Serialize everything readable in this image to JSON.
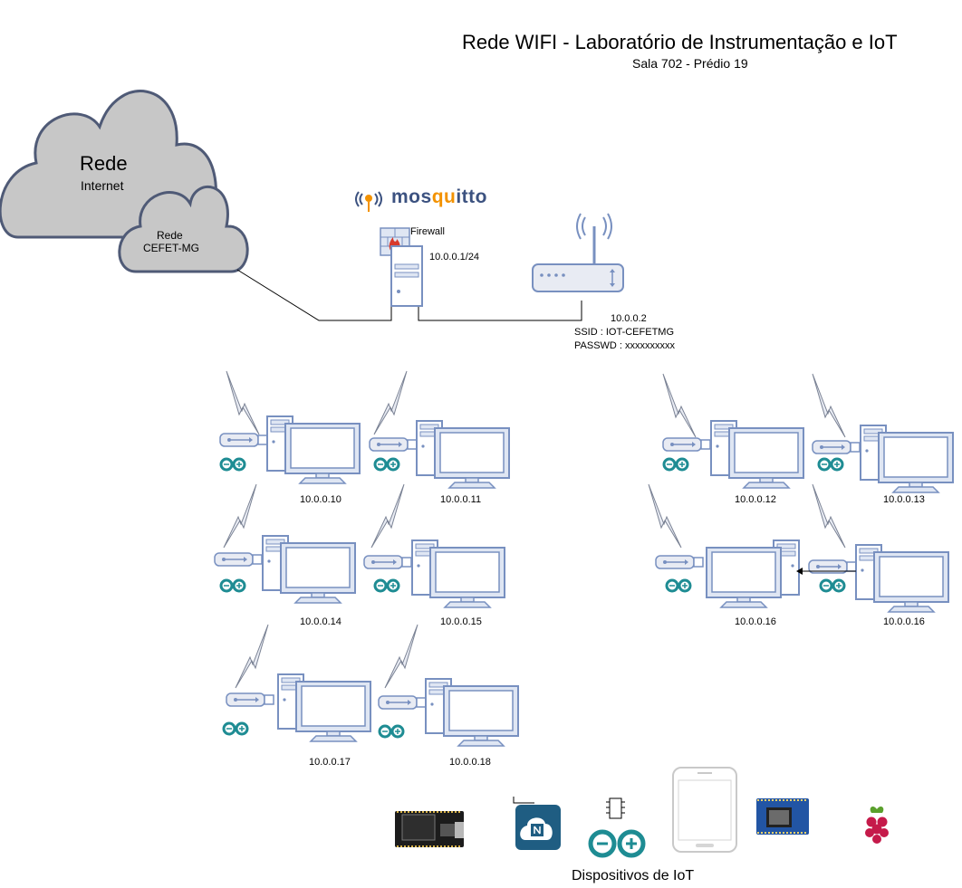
{
  "title": "Rede WIFI - Laboratório de Instrumentação e IoT",
  "subtitle": "Sala 702 - Prédio 19",
  "clouds": {
    "internet_title": "Rede",
    "internet_sub": "Internet",
    "cefet_line1": "Rede",
    "cefet_line2": "CEFET-MG"
  },
  "server": {
    "logo": "mosquitto",
    "firewall_label": "Firewall",
    "ip": "10.0.0.1/24"
  },
  "router": {
    "ip": "10.0.0.2",
    "ssid": "SSID : IOT-CEFETMG",
    "password": "PASSWD : xxxxxxxxxx"
  },
  "workstations": [
    {
      "ip": "10.0.0.10"
    },
    {
      "ip": "10.0.0.11"
    },
    {
      "ip": "10.0.0.12"
    },
    {
      "ip": "10.0.0.13"
    },
    {
      "ip": "10.0.0.14"
    },
    {
      "ip": "10.0.0.15"
    },
    {
      "ip": "10.0.0.16"
    },
    {
      "ip": "10.0.0.16"
    },
    {
      "ip": "10.0.0.17"
    },
    {
      "ip": "10.0.0.18"
    }
  ],
  "devices_caption": "Dispositivos de IoT",
  "devices": [
    "nodemcu-board-icon",
    "nodemcu-app-icon",
    "arduino-chip-icon",
    "tablet-icon",
    "wemos-d1-board-icon",
    "raspberry-pi-icon"
  ],
  "colors": {
    "cloud_fill": "#c7c7c7",
    "cloud_stroke": "#4f5a76",
    "device_stroke": "#7890c0",
    "device_fill": "#ffffff",
    "device_face": "#dfe6f3",
    "wifi_fill": "#e8ebf3",
    "arduino_teal": "#1e8c93",
    "firewall_red": "#d8392b",
    "mosquitto_orange": "#f39200",
    "mosquitto_blue": "#3c5280"
  }
}
